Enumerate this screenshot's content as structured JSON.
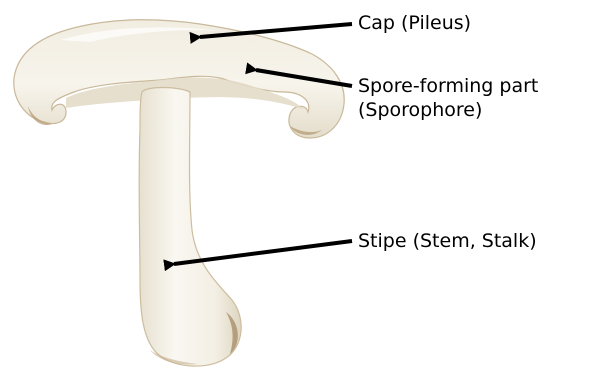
{
  "labels": {
    "cap": "Cap (Pileus)",
    "spore_line1": "Spore-forming part",
    "spore_line2": "(Sporophore)",
    "stipe": "Stipe (Stem, Stalk)"
  },
  "colors": {
    "background": "#ffffff",
    "mushroom_flesh": "#f4f1e7",
    "mushroom_shadow": "#ddd6c4",
    "mushroom_edge": "#b59a74",
    "arrow": "#000000"
  }
}
